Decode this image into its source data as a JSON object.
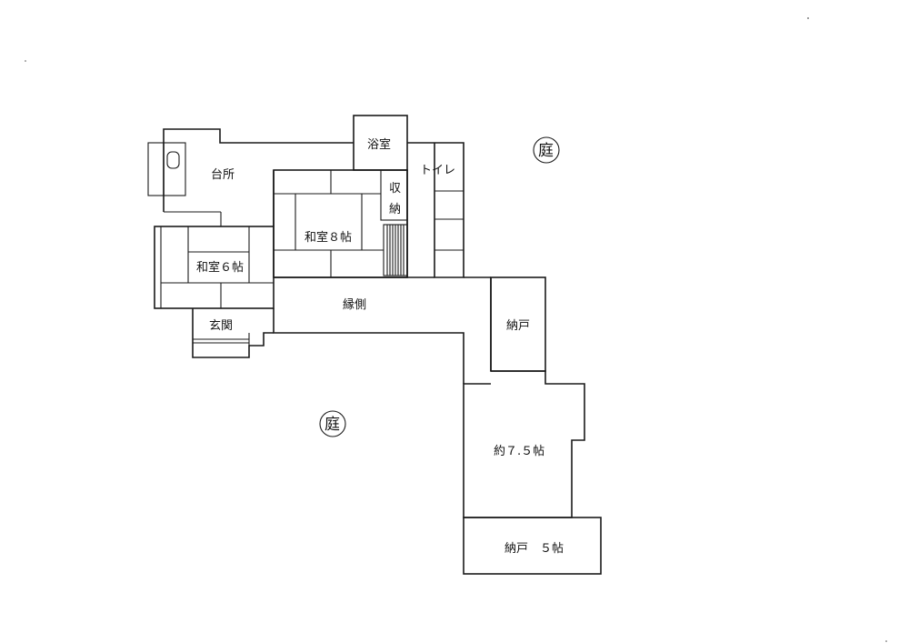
{
  "rooms": {
    "kitchen": "台所",
    "bath": "浴室",
    "toilet": "トイレ",
    "storage_top": "収",
    "storage_bottom": "納",
    "washitsu8": "和室８帖",
    "washitsu6": "和室６帖",
    "engawa": "縁側",
    "genkan": "玄関",
    "nando": "納戸",
    "room75": "約７.５帖",
    "nando5": "納戸　５帖"
  },
  "garden_label": "庭"
}
